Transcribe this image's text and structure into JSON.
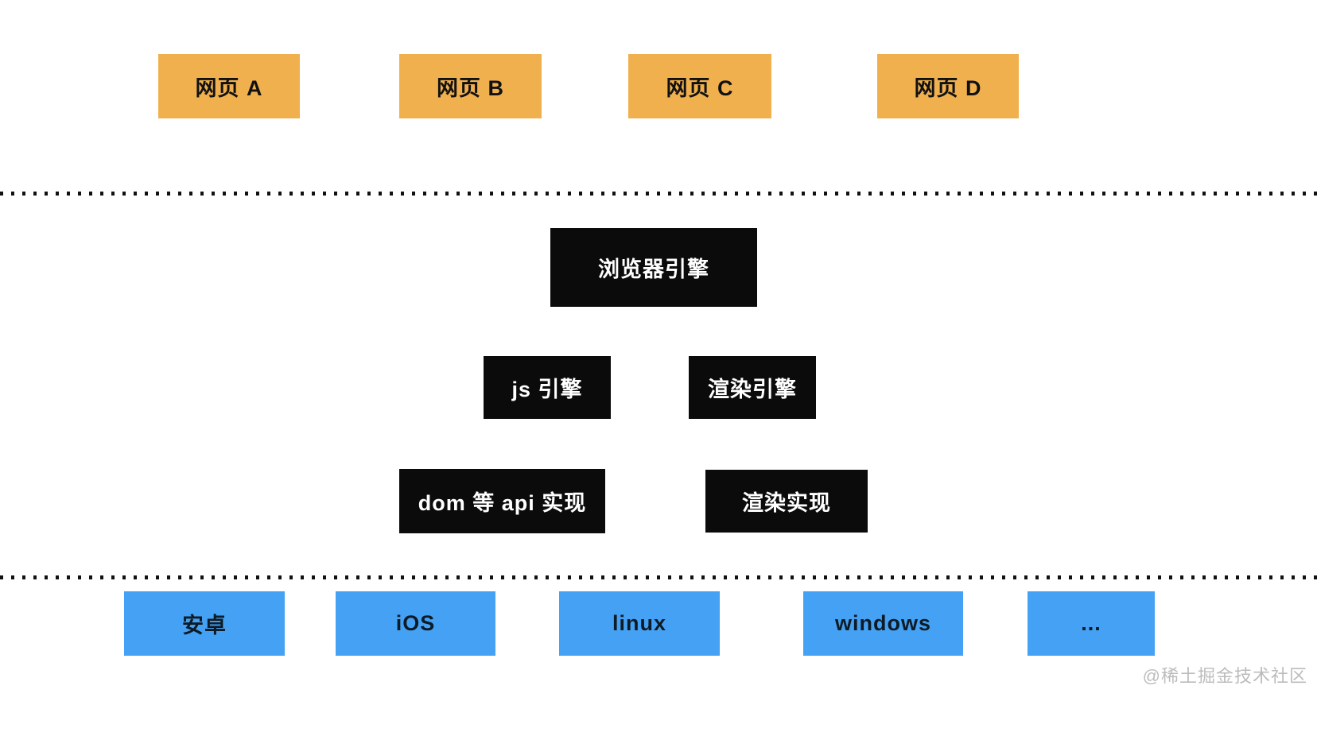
{
  "diagram": {
    "title": "browser-architecture-layers",
    "web_layer": {
      "items": [
        {
          "label": "网页 A"
        },
        {
          "label": "网页 B"
        },
        {
          "label": "网页 C"
        },
        {
          "label": "网页 D"
        }
      ]
    },
    "engine_layer": {
      "browser_engine": "浏览器引擎",
      "js_engine": "js 引擎",
      "render_engine": "渲染引擎",
      "dom_api_impl": "dom 等 api 实现",
      "render_impl": "渲染实现"
    },
    "os_layer": {
      "items": [
        {
          "label": "安卓"
        },
        {
          "label": "iOS"
        },
        {
          "label": "linux"
        },
        {
          "label": "windows"
        },
        {
          "label": "..."
        }
      ]
    },
    "watermark": "@稀土掘金技术社区",
    "colors": {
      "web_box": "#F1B04E",
      "engine_box": "#0B0B0B",
      "os_box": "#45A1F3",
      "divider": "#111111",
      "watermark": "#BCBCBC"
    }
  }
}
